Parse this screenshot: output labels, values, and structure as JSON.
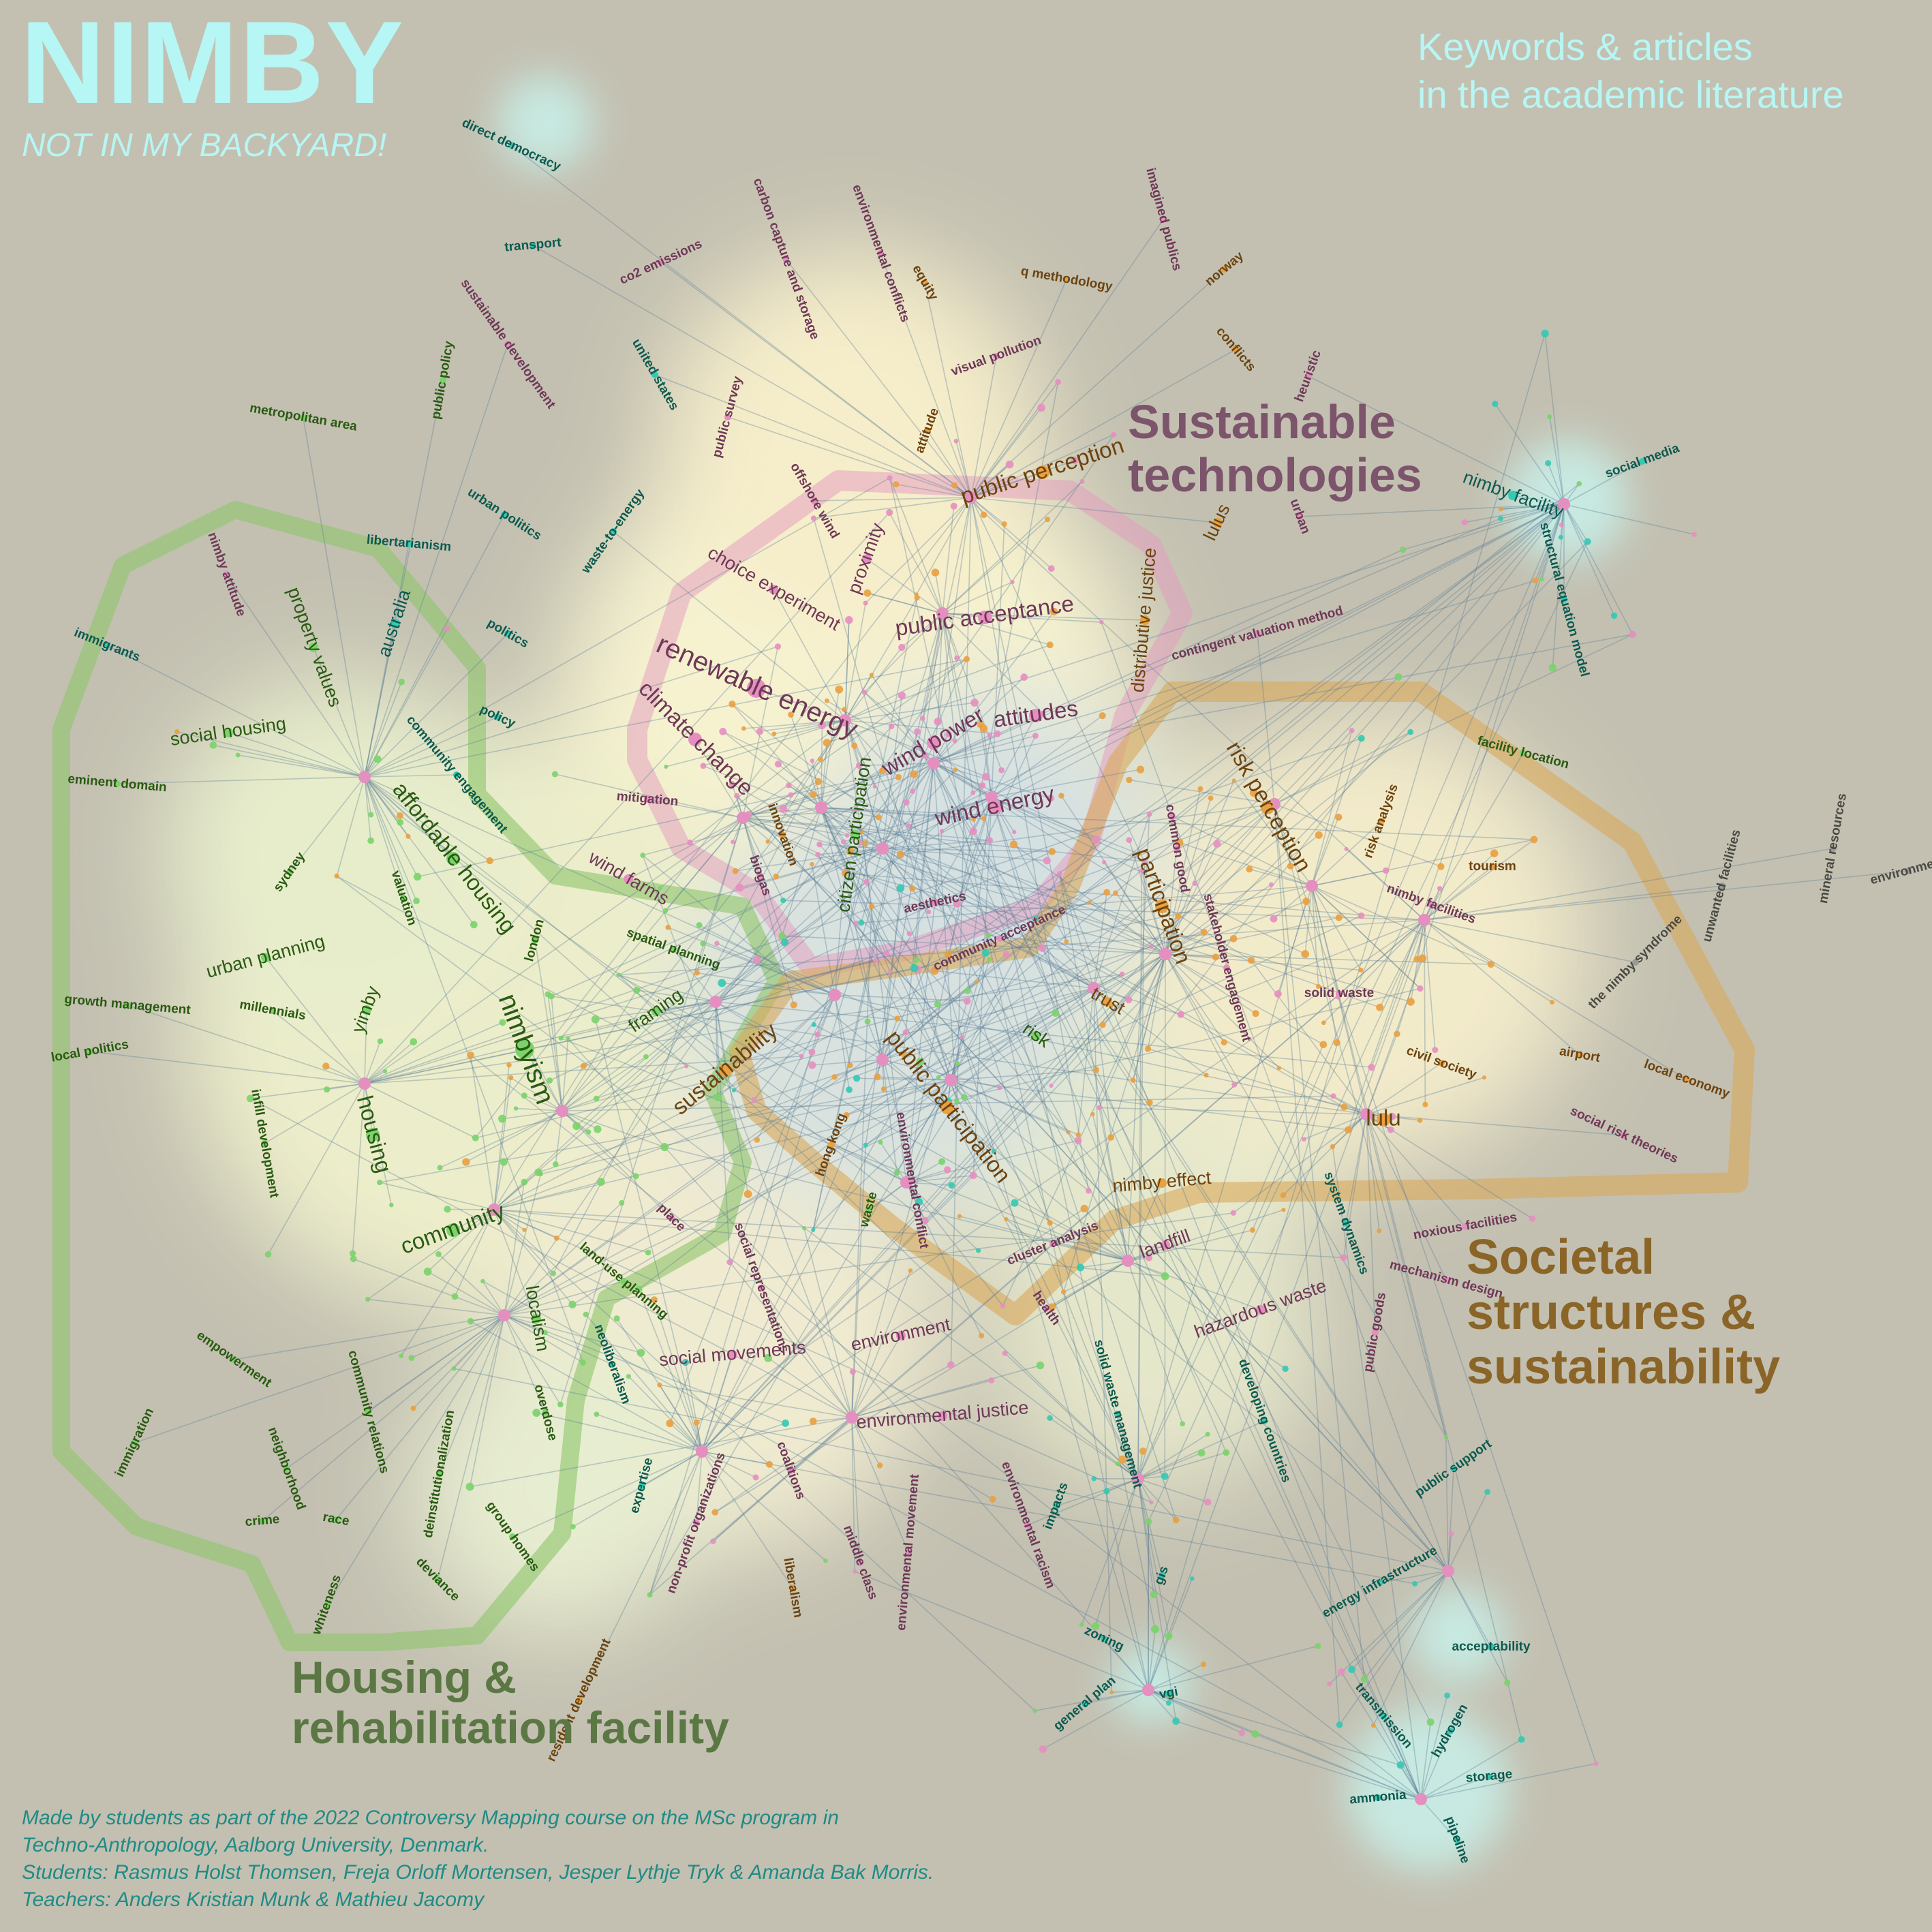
{
  "header": {
    "title": "NIMBY",
    "subtitle": "NOT IN MY BACKYARD!",
    "kicker_line1": "Keywords & articles",
    "kicker_line2": "in the academic literature"
  },
  "regions": {
    "sustainable_line1": "Sustainable",
    "sustainable_line2": "technologies",
    "societal_line1": "Societal",
    "societal_line2": "structures &",
    "societal_line3": "sustainability",
    "housing_line1": "Housing &",
    "housing_line2": "rehabilitation facility"
  },
  "colors": {
    "background": "#c3c0b1",
    "title": "#b6f6f4",
    "housing": "#8dc46b",
    "sustainable": "#e39ac0",
    "societal": "#d9a85a",
    "tech_node": "#e58fc0",
    "societal_node": "#e9a040",
    "housing_node": "#7ad36b",
    "teal_node": "#33c9b3",
    "edge": "#5a7c94"
  },
  "credits": {
    "line1": "Made by students as part of the 2022 Controversy Mapping course on the MSc program in",
    "line2": "Techno-Anthropology, Aalborg University, Denmark.",
    "line3": "Students: Rasmus Holst Thomsen, Freja Orloff Mortensen, Jesper Lythje Tryk & Amanda Bak Morris.",
    "line4": "Teachers: Anders Kristian Munk & Mathieu Jacomy"
  },
  "keywords": [
    {
      "text": "renewable energy",
      "group": "tech",
      "size": "xl"
    },
    {
      "text": "public acceptance",
      "group": "tech",
      "size": "l"
    },
    {
      "text": "climate change",
      "group": "tech",
      "size": "l"
    },
    {
      "text": "wind power",
      "group": "tech",
      "size": "l"
    },
    {
      "text": "attitudes",
      "group": "tech",
      "size": "l"
    },
    {
      "text": "wind energy",
      "group": "tech",
      "size": "l"
    },
    {
      "text": "public perception",
      "group": "soc",
      "size": "l"
    },
    {
      "text": "choice experiment",
      "group": "tech",
      "size": "m"
    },
    {
      "text": "proximity",
      "group": "tech",
      "size": "m"
    },
    {
      "text": "offshore wind",
      "group": "tech",
      "size": "s"
    },
    {
      "text": "mitigation",
      "group": "tech",
      "size": "s"
    },
    {
      "text": "innovation",
      "group": "soc",
      "size": "s"
    },
    {
      "text": "citizen participation",
      "group": "house",
      "size": "m"
    },
    {
      "text": "aesthetics",
      "group": "tech",
      "size": "s"
    },
    {
      "text": "biogas",
      "group": "tech",
      "size": "s"
    },
    {
      "text": "distributive justice",
      "group": "soc",
      "size": "m"
    },
    {
      "text": "lulus",
      "group": "soc",
      "size": "m"
    },
    {
      "text": "contingent valuation method",
      "group": "tech",
      "size": "s"
    },
    {
      "text": "risk perception",
      "group": "soc",
      "size": "l"
    },
    {
      "text": "participation",
      "group": "soc",
      "size": "l"
    },
    {
      "text": "common good",
      "group": "tech",
      "size": "s"
    },
    {
      "text": "risk analysis",
      "group": "soc",
      "size": "s"
    },
    {
      "text": "tourism",
      "group": "soc",
      "size": "s"
    },
    {
      "text": "nimby facilities",
      "group": "tech",
      "size": "s"
    },
    {
      "text": "community acceptance",
      "group": "tech",
      "size": "s"
    },
    {
      "text": "stakeholder engagement",
      "group": "tech",
      "size": "s"
    },
    {
      "text": "solid waste",
      "group": "tech",
      "size": "s"
    },
    {
      "text": "trust",
      "group": "soc",
      "size": "m"
    },
    {
      "text": "risk",
      "group": "house",
      "size": "m"
    },
    {
      "text": "public participation",
      "group": "soc",
      "size": "l"
    },
    {
      "text": "sustainability",
      "group": "soc",
      "size": "l"
    },
    {
      "text": "hong kong",
      "group": "soc",
      "size": "s"
    },
    {
      "text": "environmental conflict",
      "group": "tech",
      "size": "s"
    },
    {
      "text": "waste",
      "group": "house",
      "size": "s"
    },
    {
      "text": "civil society",
      "group": "soc",
      "size": "s"
    },
    {
      "text": "airport",
      "group": "soc",
      "size": "s"
    },
    {
      "text": "local economy",
      "group": "soc",
      "size": "s"
    },
    {
      "text": "social risk theories",
      "group": "tech",
      "size": "s"
    },
    {
      "text": "lulu",
      "group": "soc",
      "size": "l"
    },
    {
      "text": "nimby effect",
      "group": "soc",
      "size": "m"
    },
    {
      "text": "cluster analysis",
      "group": "tech",
      "size": "s"
    },
    {
      "text": "landfill",
      "group": "tech",
      "size": "m"
    },
    {
      "text": "system dynamics",
      "group": "teal",
      "size": "s"
    },
    {
      "text": "hazardous waste",
      "group": "tech",
      "size": "m"
    },
    {
      "text": "health",
      "group": "tech",
      "size": "s"
    },
    {
      "text": "public goods",
      "group": "tech",
      "size": "s"
    },
    {
      "text": "noxious facilities",
      "group": "tech",
      "size": "s"
    },
    {
      "text": "mechanism design",
      "group": "tech",
      "size": "s"
    },
    {
      "text": "nimby facility",
      "group": "teal",
      "size": "m"
    },
    {
      "text": "social media",
      "group": "teal",
      "size": "s"
    },
    {
      "text": "structural equation model",
      "group": "teal",
      "size": "s"
    },
    {
      "text": "facility location",
      "group": "house",
      "size": "s"
    },
    {
      "text": "the nimby syndrome",
      "group": "grey",
      "size": "s"
    },
    {
      "text": "unwanted facilities",
      "group": "grey",
      "size": "s"
    },
    {
      "text": "mineral resources",
      "group": "grey",
      "size": "s"
    },
    {
      "text": "environment",
      "group": "grey",
      "size": "s"
    },
    {
      "text": "nimbyism",
      "group": "house",
      "size": "xl"
    },
    {
      "text": "affordable housing",
      "group": "house",
      "size": "l"
    },
    {
      "text": "property values",
      "group": "house",
      "size": "m"
    },
    {
      "text": "nimby attitude",
      "group": "tech",
      "size": "s"
    },
    {
      "text": "immigrants",
      "group": "teal",
      "size": "s"
    },
    {
      "text": "social housing",
      "group": "house",
      "size": "m"
    },
    {
      "text": "eminent domain",
      "group": "house",
      "size": "s"
    },
    {
      "text": "australia",
      "group": "teal",
      "size": "m"
    },
    {
      "text": "community engagement",
      "group": "teal",
      "size": "s"
    },
    {
      "text": "policy",
      "group": "teal",
      "size": "s"
    },
    {
      "text": "politics",
      "group": "teal",
      "size": "s"
    },
    {
      "text": "libertarianism",
      "group": "teal",
      "size": "s"
    },
    {
      "text": "urban politics",
      "group": "teal",
      "size": "s"
    },
    {
      "text": "waste-to-energy",
      "group": "teal",
      "size": "s"
    },
    {
      "text": "metropolitan area",
      "group": "house",
      "size": "s"
    },
    {
      "text": "public policy",
      "group": "house",
      "size": "s"
    },
    {
      "text": "sydney",
      "group": "house",
      "size": "s"
    },
    {
      "text": "valuation",
      "group": "house",
      "size": "s"
    },
    {
      "text": "urban planning",
      "group": "house",
      "size": "m"
    },
    {
      "text": "growth management",
      "group": "house",
      "size": "s"
    },
    {
      "text": "millennials",
      "group": "house",
      "size": "s"
    },
    {
      "text": "yimby",
      "group": "house",
      "size": "m"
    },
    {
      "text": "local politics",
      "group": "house",
      "size": "s"
    },
    {
      "text": "infill development",
      "group": "house",
      "size": "s"
    },
    {
      "text": "housing",
      "group": "house",
      "size": "l"
    },
    {
      "text": "london",
      "group": "house",
      "size": "s"
    },
    {
      "text": "wind farms",
      "group": "tech",
      "size": "m"
    },
    {
      "text": "spatial planning",
      "group": "house",
      "size": "s"
    },
    {
      "text": "framing",
      "group": "house",
      "size": "m"
    },
    {
      "text": "community",
      "group": "house",
      "size": "l"
    },
    {
      "text": "land-use planning",
      "group": "house",
      "size": "s"
    },
    {
      "text": "place",
      "group": "tech",
      "size": "s"
    },
    {
      "text": "social representations",
      "group": "tech",
      "size": "s"
    },
    {
      "text": "localism",
      "group": "house",
      "size": "m"
    },
    {
      "text": "neoliberalism",
      "group": "teal",
      "size": "s"
    },
    {
      "text": "overdose",
      "group": "house",
      "size": "s"
    },
    {
      "text": "empowerment",
      "group": "house",
      "size": "s"
    },
    {
      "text": "community relations",
      "group": "house",
      "size": "s"
    },
    {
      "text": "deinstitutionalization",
      "group": "house",
      "size": "s"
    },
    {
      "text": "immigration",
      "group": "house",
      "size": "s"
    },
    {
      "text": "neighborhood",
      "group": "house",
      "size": "s"
    },
    {
      "text": "crime",
      "group": "house",
      "size": "s"
    },
    {
      "text": "race",
      "group": "house",
      "size": "s"
    },
    {
      "text": "group homes",
      "group": "house",
      "size": "s"
    },
    {
      "text": "deviance",
      "group": "house",
      "size": "s"
    },
    {
      "text": "whiteness",
      "group": "house",
      "size": "s"
    },
    {
      "text": "expertise",
      "group": "teal",
      "size": "s"
    },
    {
      "text": "resident development",
      "group": "soc",
      "size": "s"
    },
    {
      "text": "social movements",
      "group": "tech",
      "size": "m"
    },
    {
      "text": "environment",
      "group": "tech",
      "size": "m"
    },
    {
      "text": "environmental justice",
      "group": "tech",
      "size": "m"
    },
    {
      "text": "coalitions",
      "group": "tech",
      "size": "s"
    },
    {
      "text": "non-profit organizations",
      "group": "tech",
      "size": "s"
    },
    {
      "text": "liberalism",
      "group": "soc",
      "size": "s"
    },
    {
      "text": "middle class",
      "group": "tech",
      "size": "s"
    },
    {
      "text": "environmental movement",
      "group": "tech",
      "size": "s"
    },
    {
      "text": "environmental racism",
      "group": "tech",
      "size": "s"
    },
    {
      "text": "solid waste management",
      "group": "teal",
      "size": "s"
    },
    {
      "text": "impacts",
      "group": "teal",
      "size": "s"
    },
    {
      "text": "developing countries",
      "group": "teal",
      "size": "s"
    },
    {
      "text": "gis",
      "group": "teal",
      "size": "s"
    },
    {
      "text": "zoning",
      "group": "teal",
      "size": "s"
    },
    {
      "text": "general plan",
      "group": "teal",
      "size": "s"
    },
    {
      "text": "vgi",
      "group": "teal",
      "size": "s"
    },
    {
      "text": "public support",
      "group": "teal",
      "size": "s"
    },
    {
      "text": "energy infrastructure",
      "group": "teal",
      "size": "s"
    },
    {
      "text": "acceptability",
      "group": "teal",
      "size": "s"
    },
    {
      "text": "transmission",
      "group": "teal",
      "size": "s"
    },
    {
      "text": "hydrogen",
      "group": "teal",
      "size": "s"
    },
    {
      "text": "storage",
      "group": "teal",
      "size": "s"
    },
    {
      "text": "ammonia",
      "group": "teal",
      "size": "s"
    },
    {
      "text": "pipeline",
      "group": "teal",
      "size": "s"
    },
    {
      "text": "direct democracy",
      "group": "teal",
      "size": "s"
    },
    {
      "text": "transport",
      "group": "teal",
      "size": "s"
    },
    {
      "text": "co2 emissions",
      "group": "tech",
      "size": "s"
    },
    {
      "text": "sustainable development",
      "group": "tech",
      "size": "s"
    },
    {
      "text": "united states",
      "group": "teal",
      "size": "s"
    },
    {
      "text": "carbon capture and storage",
      "group": "tech",
      "size": "s"
    },
    {
      "text": "environmental conflicts",
      "group": "tech",
      "size": "s"
    },
    {
      "text": "public survey",
      "group": "tech",
      "size": "s"
    },
    {
      "text": "equity",
      "group": "soc",
      "size": "s"
    },
    {
      "text": "visual pollution",
      "group": "tech",
      "size": "s"
    },
    {
      "text": "attitude",
      "group": "soc",
      "size": "s"
    },
    {
      "text": "q methodology",
      "group": "soc",
      "size": "s"
    },
    {
      "text": "imagined publics",
      "group": "tech",
      "size": "s"
    },
    {
      "text": "norway",
      "group": "soc",
      "size": "s"
    },
    {
      "text": "conflicts",
      "group": "soc",
      "size": "s"
    },
    {
      "text": "heuristic",
      "group": "tech",
      "size": "s"
    },
    {
      "text": "urban",
      "group": "tech",
      "size": "s"
    }
  ]
}
